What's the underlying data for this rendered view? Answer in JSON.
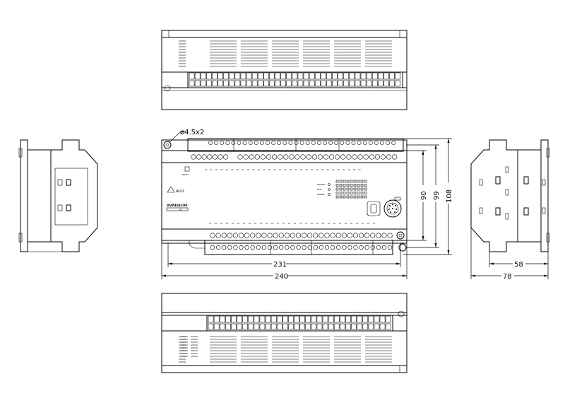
{
  "drawing": {
    "labels": {
      "hole": "ø4.5x2",
      "width_inner": "231",
      "width_outer": "240",
      "height_a": "90",
      "height_b": "99",
      "height_c": "108",
      "depth_inner": "58",
      "depth_outer": "78"
    },
    "panel_text": {
      "brand": "NELTA",
      "model": "DVP40EC00",
      "model_sub": "R3",
      "input_label": "INPUT",
      "status_1": "POWER",
      "status_2": "RUN",
      "status_3": "ERROR"
    },
    "line_color": "#000000",
    "background": "#ffffff"
  }
}
